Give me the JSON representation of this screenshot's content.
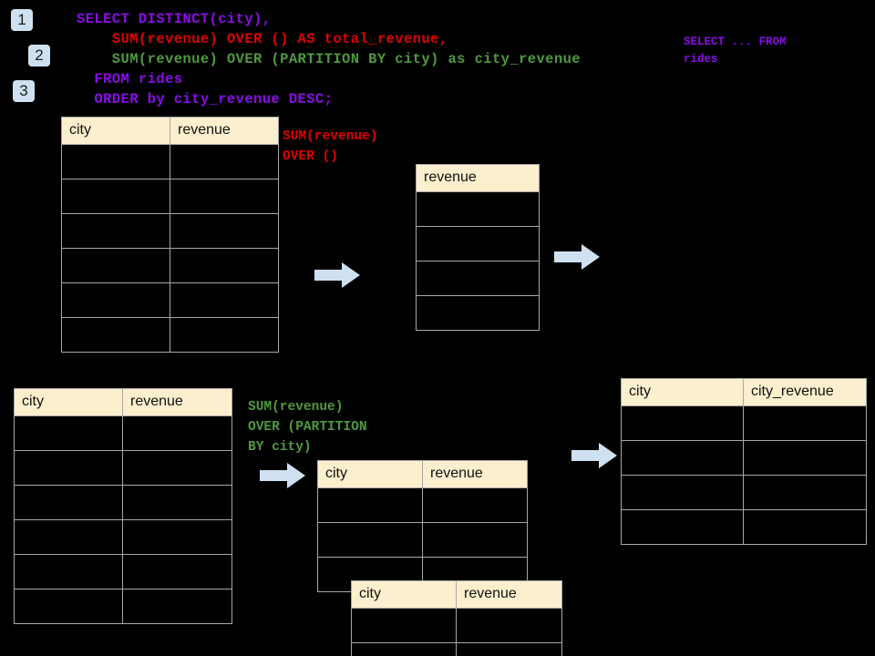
{
  "meta": {
    "background_color": "#000000",
    "header_fill": "#FCEFCD",
    "grid_line_color": "#a8a8a8",
    "badge_color": "#cfe0f0",
    "arrow_color": "#cfe0f0",
    "purple": "#8B0DE8",
    "red": "#E00000",
    "green": "#4E9A3E"
  },
  "badges": [
    {
      "label": "1"
    },
    {
      "label": "2"
    },
    {
      "label": "3"
    }
  ],
  "sql": {
    "lines": [
      {
        "text": "SELECT DISTINCT(city),",
        "color_name": "purple"
      },
      {
        "text": "    SUM(revenue) OVER () AS total_revenue,",
        "color_name": "red"
      },
      {
        "text": "    SUM(revenue) OVER (PARTITION BY city) as city_revenue",
        "color_name": "green"
      },
      {
        "text": "  FROM rides",
        "color_name": "purple"
      },
      {
        "text": "  ORDER by city_revenue DESC;",
        "color_name": "purple"
      }
    ]
  },
  "annotations": {
    "select_from_rides": "SELECT ... FROM\nrides",
    "sum_over_empty": "SUM(revenue)\nOVER ()",
    "sum_over_partition": "SUM(revenue)\nOVER (PARTITION\nBY city)"
  },
  "tables": {
    "source_rides": {
      "name": "source-rides-table",
      "columns": [
        "city",
        "revenue"
      ],
      "row_count": 6
    },
    "total_revenue": {
      "name": "total-revenue-table",
      "columns": [
        "revenue"
      ],
      "row_count": 4
    },
    "partition_source": {
      "name": "partition-source-table",
      "columns": [
        "city",
        "revenue"
      ],
      "row_count": 6
    },
    "partition_mid": {
      "name": "partition-middle-table",
      "columns": [
        "city",
        "revenue"
      ],
      "row_count": 3
    },
    "partition_front": {
      "name": "partition-front-table",
      "columns": [
        "city",
        "revenue"
      ],
      "row_count": 2
    },
    "result": {
      "name": "result-city-revenue-table",
      "columns": [
        "city",
        "city_revenue"
      ],
      "row_count": 4
    }
  },
  "arrows": [
    {
      "name": "arrow-source-to-total"
    },
    {
      "name": "arrow-total-to-result"
    },
    {
      "name": "arrow-partition-source-to-mid"
    },
    {
      "name": "arrow-partition-to-result"
    }
  ]
}
